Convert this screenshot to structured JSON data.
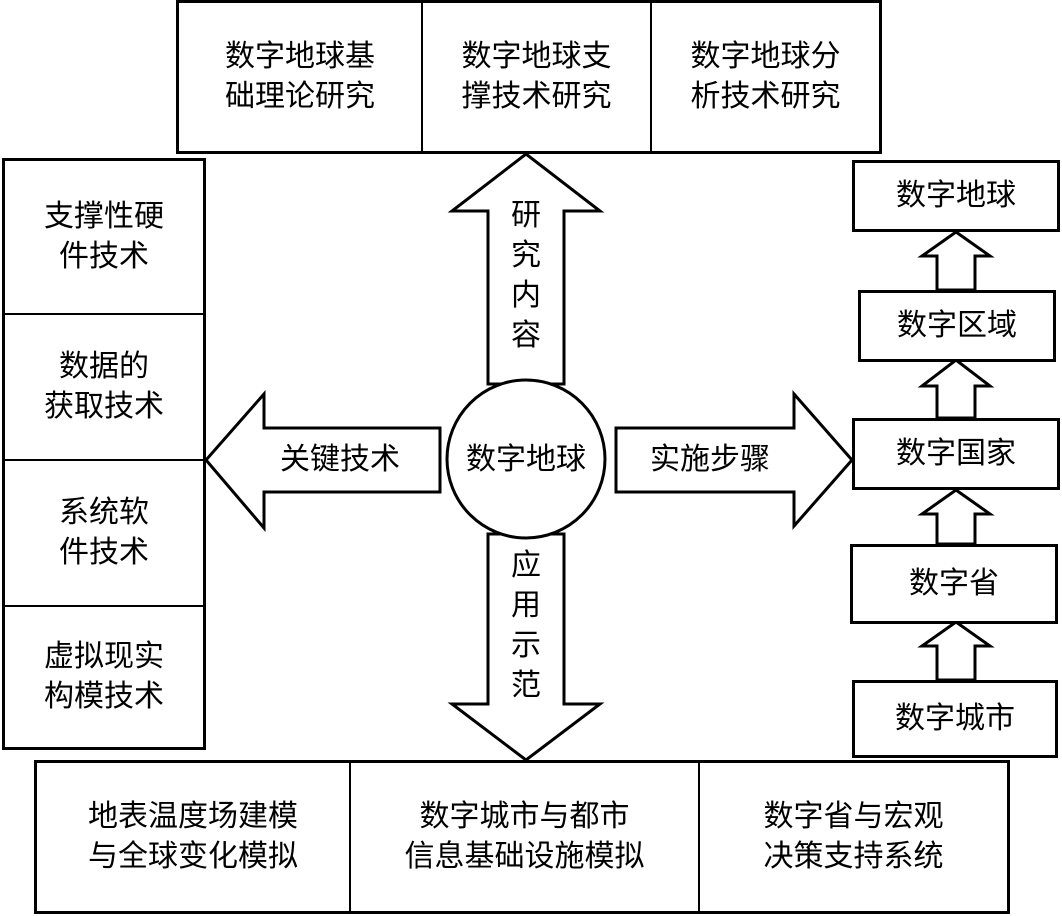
{
  "top_box": {
    "cells": [
      "数字地球基\n础理论研究",
      "数字地球支\n撑技术研究",
      "数字地球分\n析技术研究"
    ]
  },
  "left_box": {
    "cells": [
      "支撑性硬\n件技术",
      "数据的\n获取技术",
      "系统软\n件技术",
      "虚拟现实\n构模技术"
    ]
  },
  "bottom_box": {
    "cells": [
      "地表温度场建模\n与全球变化模拟",
      "数字城市与都市\n信息基础设施模拟",
      "数字省与宏观\n决策支持系统"
    ]
  },
  "right_stack": {
    "items": [
      "数字地球",
      "数字区域",
      "数字国家",
      "数字省",
      "数字城市"
    ]
  },
  "center": {
    "label": "数字地球"
  },
  "arrows": {
    "up": "研\n究\n内\n容",
    "left": "关键技术",
    "right": "实施步骤",
    "down": "应\n用\n示\n范"
  }
}
